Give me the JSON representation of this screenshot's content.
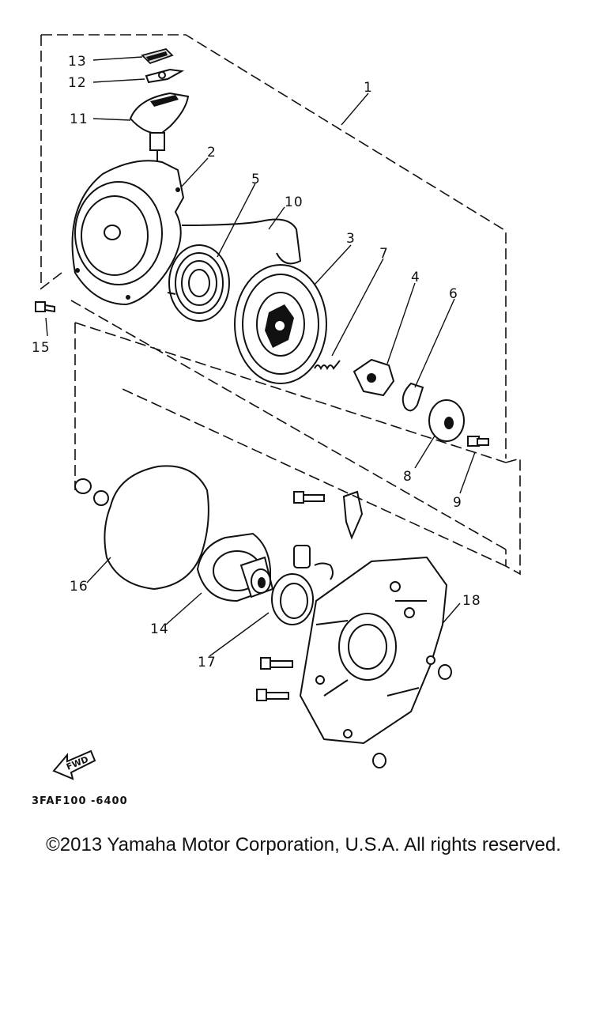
{
  "diagram": {
    "part_callouts": [
      {
        "id": "callout-1",
        "label": "1"
      },
      {
        "id": "callout-2",
        "label": "2"
      },
      {
        "id": "callout-3",
        "label": "3"
      },
      {
        "id": "callout-4",
        "label": "4"
      },
      {
        "id": "callout-5",
        "label": "5"
      },
      {
        "id": "callout-6",
        "label": "6"
      },
      {
        "id": "callout-7",
        "label": "7"
      },
      {
        "id": "callout-8",
        "label": "8"
      },
      {
        "id": "callout-9",
        "label": "9"
      },
      {
        "id": "callout-10",
        "label": "10"
      },
      {
        "id": "callout-11",
        "label": "11"
      },
      {
        "id": "callout-12",
        "label": "12"
      },
      {
        "id": "callout-13",
        "label": "13"
      },
      {
        "id": "callout-14",
        "label": "14"
      },
      {
        "id": "callout-15",
        "label": "15"
      },
      {
        "id": "callout-16",
        "label": "16"
      },
      {
        "id": "callout-17",
        "label": "17"
      },
      {
        "id": "callout-18",
        "label": "18"
      }
    ],
    "fwd_label": "FWD",
    "diagram_code": "3FAF100 -6400"
  },
  "footer": {
    "copyright": "©2013 Yamaha Motor Corporation, U.S.A. All rights reserved."
  }
}
